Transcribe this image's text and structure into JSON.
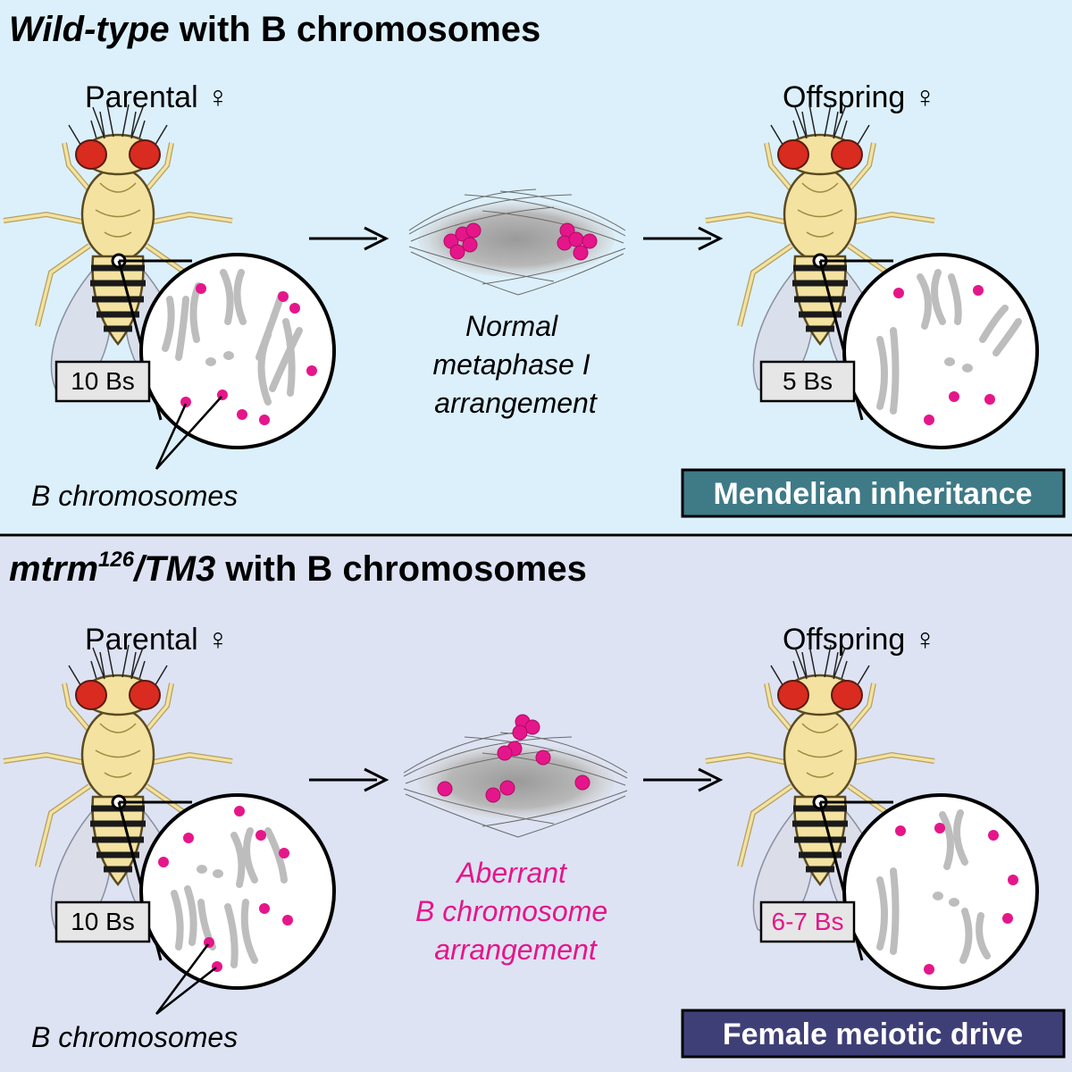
{
  "colors": {
    "top_panel_bg": "#dcf0fb",
    "bottom_panel_bg": "#dde3f3",
    "b_chromosome": "#e5168a",
    "chromosome": "#bdbdbd",
    "banner_top": "#3f7a87",
    "banner_bottom": "#3f3f78",
    "fly_body": "#f3e2a0",
    "fly_eye": "#d92b1f",
    "count_box": "#e6e6e6"
  },
  "panels": [
    {
      "title_italic": "Wild-type",
      "title_rest": " with B chromosomes",
      "parental_label": "Parental ♀",
      "offspring_label": "Offspring ♀",
      "parental_count": "10 Bs",
      "offspring_count": "5 Bs",
      "legend_label": "B chromosomes",
      "metaphase_caption": [
        "Normal",
        "metaphase I",
        "arrangement"
      ],
      "outcome": "Mendelian inheritance"
    },
    {
      "title_italic": "mtrm",
      "title_sup": "126",
      "title_italic2": "/TM3",
      "title_rest": " with B chromosomes",
      "parental_label": "Parental ♀",
      "offspring_label": "Offspring ♀",
      "parental_count": "10 Bs",
      "offspring_count": "6-7 Bs",
      "legend_label": "B chromosomes",
      "metaphase_caption": [
        "Aberrant",
        "B chromosome",
        "arrangement"
      ],
      "outcome": "Female meiotic drive"
    }
  ]
}
